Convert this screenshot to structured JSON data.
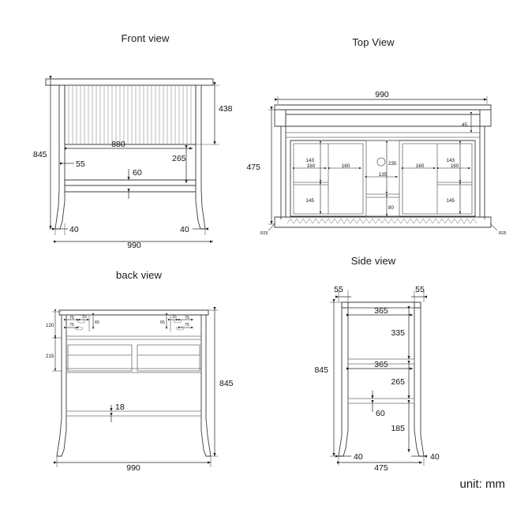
{
  "drawing": {
    "unit_label": "unit: mm",
    "views": [
      {
        "key": "front",
        "title": "Front view"
      },
      {
        "key": "top",
        "title": "Top View"
      },
      {
        "key": "back",
        "title": "back view"
      },
      {
        "key": "side",
        "title": "Side view"
      }
    ]
  },
  "front_view": {
    "title": "Front view",
    "dimensions": {
      "overall_height": "845",
      "upper_panel_height": "438",
      "slat_panel_width": "880",
      "left_inset": "55",
      "mid_rail_to_panel": "265",
      "rail_thickness": "60",
      "leg_left_offset": "40",
      "leg_right_offset": "40",
      "overall_width": "990"
    }
  },
  "top_view": {
    "title": "Top View",
    "dimensions": {
      "overall_width": "990",
      "overall_depth": "475",
      "top_lip": "45",
      "left_upper_cell_h": "143",
      "left_lower_cell_h": "145",
      "right_upper_cell_h": "143",
      "right_lower_cell_h": "145",
      "left_cell_w1": "160",
      "left_cell_w2": "160",
      "right_cell_w1": "160",
      "right_cell_w2": "160",
      "center_width": "135",
      "center_height": "235",
      "center_lower": "80",
      "corner_radius_left": "R25",
      "corner_radius_right": "R25"
    }
  },
  "back_view": {
    "title": "back view",
    "dimensions": {
      "overall_height": "845",
      "overall_width": "990",
      "top_band": "120",
      "shelf_band": "215",
      "rail_thickness": "18",
      "detail_left_a": "75",
      "detail_left_b": "15",
      "detail_left_c": "65",
      "detail_left_d": "75",
      "detail_right_a": "65",
      "detail_right_b": "15",
      "detail_right_c": "75",
      "detail_right_d": "75"
    }
  },
  "side_view": {
    "title": "Side view",
    "dimensions": {
      "top_left_inset": "55",
      "top_right_inset": "55",
      "overall_height": "845",
      "upper_shelf_width": "365",
      "upper_drop": "335",
      "lower_shelf_width": "365",
      "mid_drop": "265",
      "rail_thickness": "60",
      "bottom_drop": "185",
      "leg_left_offset": "40",
      "leg_right_offset": "40",
      "overall_depth": "475"
    }
  }
}
